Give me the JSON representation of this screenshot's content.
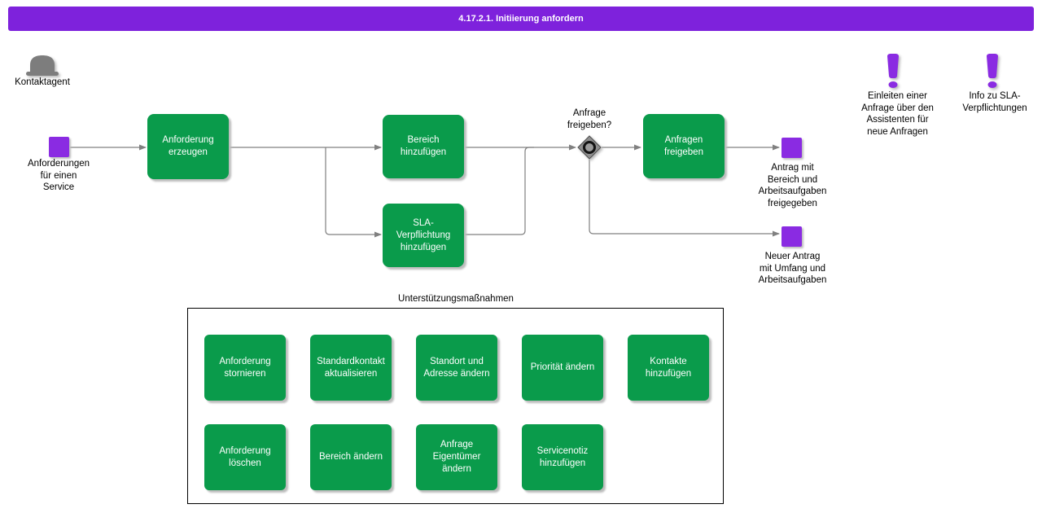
{
  "title": "4.17.2.1. Initiierung anfordern",
  "actor": {
    "label": "Kontaktagent"
  },
  "flow": {
    "start_label": "Anforderungen\nfür einen\nService",
    "create_request": "Anforderung\nerzeugen",
    "add_area": "Bereich\nhinzufügen",
    "add_sla": "SLA-\nVerpflichtung\nhinzufügen",
    "gateway_question": "Anfrage\nfreigeben?",
    "release_requests": "Anfragen\nfreigeben",
    "end_released": "Antrag mit\nBereich und\nArbeitsaufgaben\nfreigegeben",
    "end_new": "Neuer Antrag\nmit Umfang und\nArbeitsaufgaben"
  },
  "notes": {
    "wizard": "Einleiten einer\nAnfrage über den\nAssistenten für\nneue Anfragen",
    "sla_info": "Info zu SLA-\nVerpflichtungen"
  },
  "support": {
    "title": "Unterstützungsmaßnahmen",
    "row1": [
      "Anforderung\nstornieren",
      "Standardkontakt\naktualisieren",
      "Standort und\nAdresse ändern",
      "Priorität ändern",
      "Kontakte\nhinzufügen"
    ],
    "row2": [
      "Anforderung\nlöschen",
      "Bereich ändern",
      "Anfrage\nEigentümer\nändern",
      "Servicenotiz\nhinzufügen"
    ]
  },
  "colors": {
    "purple": "#8A2BE2",
    "banner": "#7E22DC",
    "green": "#0A9B4B",
    "line": "#808080"
  }
}
